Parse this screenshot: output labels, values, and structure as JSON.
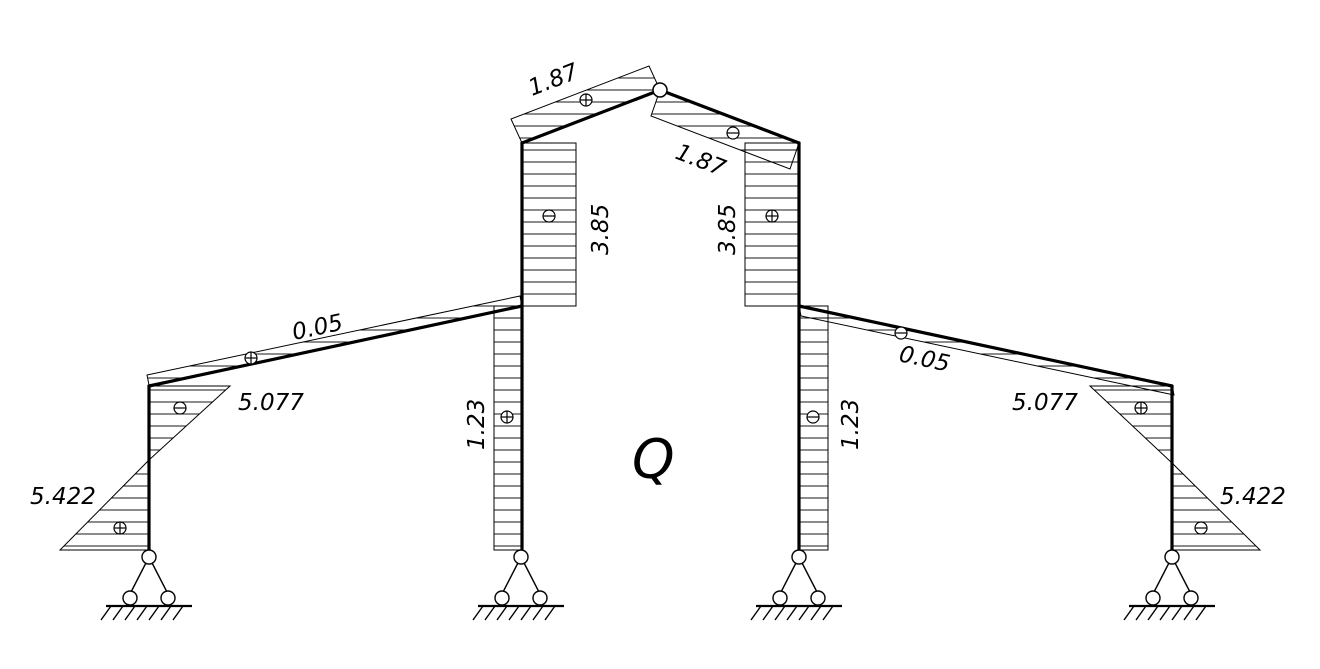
{
  "diagram": {
    "title": "Q",
    "colors": {
      "ink": "#000000",
      "background": "#ffffff"
    },
    "sign_symbols": {
      "plus": "⊕",
      "minus": "⊖"
    },
    "labels": {
      "left_rafter_top": "1.87",
      "right_rafter_top": "1.87",
      "left_inner_column_upper": "3.85",
      "right_inner_column_upper": "3.85",
      "left_beam": "0.05",
      "right_beam": "0.05",
      "left_inner_column_lower": "1.23",
      "right_inner_column_lower": "1.23",
      "left_outer_column_top": "5.077",
      "right_outer_column_top": "5.077",
      "left_outer_column_bottom": "5.422",
      "right_outer_column_bottom": "5.422"
    },
    "supports": [
      "support-left-outer",
      "support-left-inner",
      "support-right-inner",
      "support-right-outer"
    ]
  }
}
